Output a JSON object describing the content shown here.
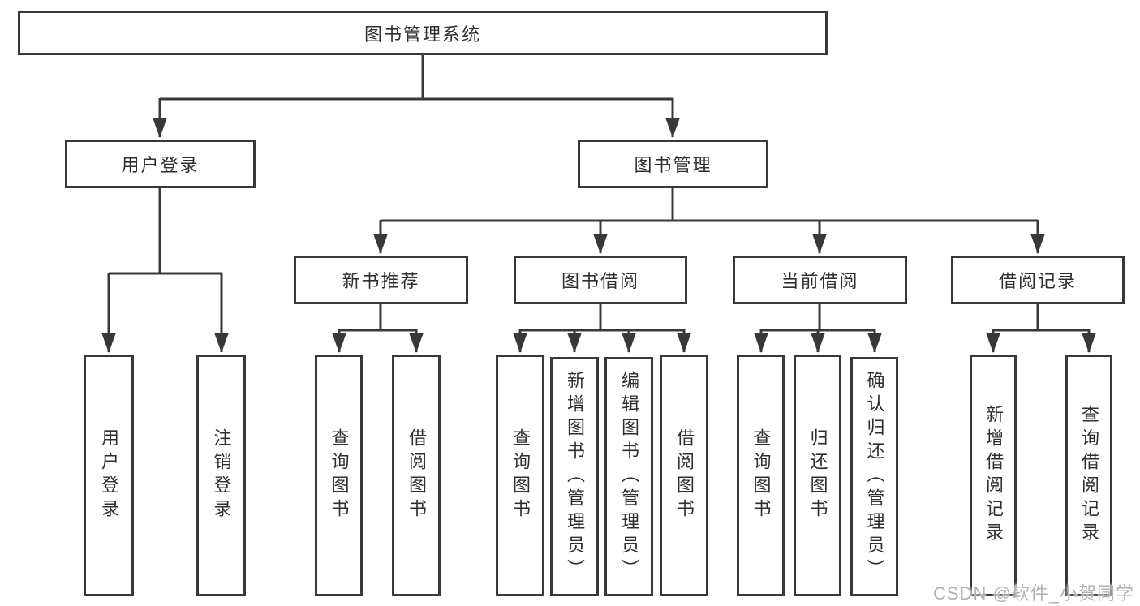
{
  "tree": {
    "label": "图书管理系统",
    "children": [
      {
        "label": "用户登录",
        "children": [
          {
            "label": "用户登录"
          },
          {
            "label": "注销登录"
          }
        ]
      },
      {
        "label": "图书管理",
        "children": [
          {
            "label": "新书推荐",
            "children": [
              {
                "label": "查询图书"
              },
              {
                "label": "借阅图书"
              }
            ]
          },
          {
            "label": "图书借阅",
            "children": [
              {
                "label": "查询图书"
              },
              {
                "label": "新增图书（管理员）"
              },
              {
                "label": "编辑图书（管理员）"
              },
              {
                "label": "借阅图书"
              }
            ]
          },
          {
            "label": "当前借阅",
            "children": [
              {
                "label": "查询图书"
              },
              {
                "label": "归还图书"
              },
              {
                "label": "确认归还（管理员）"
              }
            ]
          },
          {
            "label": "借阅记录",
            "children": [
              {
                "label": "新增借阅记录"
              },
              {
                "label": "查询借阅记录"
              }
            ]
          }
        ]
      }
    ]
  },
  "watermark": {
    "text": "CSDN @软件_小贺同学"
  },
  "colors": {
    "line": "#383838",
    "text": "#2f2f2f",
    "watermark": "#aeb3b8"
  }
}
